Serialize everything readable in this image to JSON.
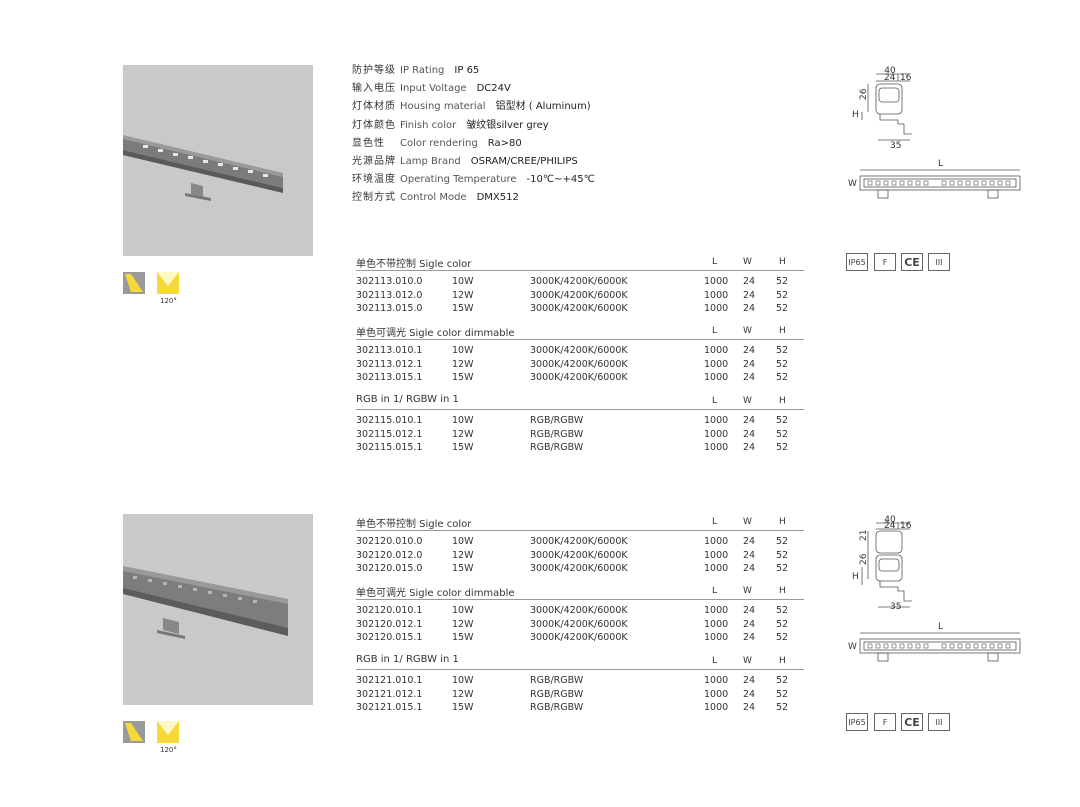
{
  "product1": {
    "specs": [
      {
        "cn": "防护等级",
        "en": "IP Rating",
        "val": "IP 65"
      },
      {
        "cn": "输入电压",
        "en": "Input Voltage",
        "val": "DC24V"
      },
      {
        "cn": "灯体材质",
        "en": "Housing material",
        "val": "铝型材 ( Aluminum)"
      },
      {
        "cn": "灯体颜色",
        "en": "Finish color",
        "val": "皱纹银silver grey"
      },
      {
        "cn": "显色性",
        "en": "Color rendering",
        "val": "Ra>80"
      },
      {
        "cn": "光源品牌",
        "en": "Lamp Brand",
        "val": "OSRAM/CREE/PHILIPS"
      },
      {
        "cn": "环境温度",
        "en": "Operating Temperature",
        "val": "-10℃~+45℃"
      },
      {
        "cn": "控制方式",
        "en": "Control Mode",
        "val": "DMX512"
      }
    ],
    "beam_angle": "120°",
    "dims": {
      "top_w": "40",
      "mid_a": "24",
      "mid_b": "16",
      "h1": "26",
      "h_label": "H",
      "bottom": "35",
      "len_label": "L",
      "w_label": "W"
    },
    "certs": [
      "IP65",
      "F",
      "CE",
      "III"
    ],
    "sections": [
      {
        "title": "单色不带控制  Sigle color",
        "h": [
          "L",
          "W",
          "H"
        ],
        "rows": [
          [
            "302113.010.0",
            "10W",
            "3000K/4200K/6000K",
            "1000",
            "24",
            "52"
          ],
          [
            "302113.012.0",
            "12W",
            "3000K/4200K/6000K",
            "1000",
            "24",
            "52"
          ],
          [
            "302113.015.0",
            "15W",
            "3000K/4200K/6000K",
            "1000",
            "24",
            "52"
          ]
        ]
      },
      {
        "title": "单色可调光  Sigle color dimmable",
        "h": [
          "L",
          "W",
          "H"
        ],
        "rows": [
          [
            "302113.010.1",
            "10W",
            "3000K/4200K/6000K",
            "1000",
            "24",
            "52"
          ],
          [
            "302113.012.1",
            "12W",
            "3000K/4200K/6000K",
            "1000",
            "24",
            "52"
          ],
          [
            "302113.015.1",
            "15W",
            "3000K/4200K/6000K",
            "1000",
            "24",
            "52"
          ]
        ]
      },
      {
        "title": "RGB  in 1/ RGBW in 1",
        "h": [
          "L",
          "W",
          "H"
        ],
        "rows": [
          [
            "302115.010.1",
            "10W",
            "RGB/RGBW",
            "1000",
            "24",
            "52"
          ],
          [
            "302115.012.1",
            "12W",
            "RGB/RGBW",
            "1000",
            "24",
            "52"
          ],
          [
            "302115.015.1",
            "15W",
            "RGB/RGBW",
            "1000",
            "24",
            "52"
          ]
        ]
      }
    ]
  },
  "product2": {
    "beam_angle": "120°",
    "dims": {
      "top_w": "40",
      "mid_a": "24",
      "mid_b": "16",
      "h0": "21",
      "h1": "26",
      "h_label": "H",
      "bottom": "35",
      "len_label": "L",
      "w_label": "W"
    },
    "certs": [
      "IP65",
      "F",
      "CE",
      "III"
    ],
    "sections": [
      {
        "title": "单色不带控制  Sigle color",
        "h": [
          "L",
          "W",
          "H"
        ],
        "rows": [
          [
            "302120.010.0",
            "10W",
            "3000K/4200K/6000K",
            "1000",
            "24",
            "52"
          ],
          [
            "302120.012.0",
            "12W",
            "3000K/4200K/6000K",
            "1000",
            "24",
            "52"
          ],
          [
            "302120.015.0",
            "15W",
            "3000K/4200K/6000K",
            "1000",
            "24",
            "52"
          ]
        ]
      },
      {
        "title": "单色可调光  Sigle color dimmable",
        "h": [
          "L",
          "W",
          "H"
        ],
        "rows": [
          [
            "302120.010.1",
            "10W",
            "3000K/4200K/6000K",
            "1000",
            "24",
            "52"
          ],
          [
            "302120.012.1",
            "12W",
            "3000K/4200K/6000K",
            "1000",
            "24",
            "52"
          ],
          [
            "302120.015.1",
            "15W",
            "3000K/4200K/6000K",
            "1000",
            "24",
            "52"
          ]
        ]
      },
      {
        "title": "RGB  in 1/ RGBW in 1",
        "h": [
          "L",
          "W",
          "H"
        ],
        "rows": [
          [
            "302121.010.1",
            "10W",
            "RGB/RGBW",
            "1000",
            "24",
            "52"
          ],
          [
            "302121.012.1",
            "12W",
            "RGB/RGBW",
            "1000",
            "24",
            "52"
          ],
          [
            "302121.015.1",
            "15W",
            "RGB/RGBW",
            "1000",
            "24",
            "52"
          ]
        ]
      }
    ]
  },
  "colors": {
    "photo_bg": "#c9c9c9",
    "beam_yellow": "#f5d83a",
    "rule": "#999999"
  }
}
